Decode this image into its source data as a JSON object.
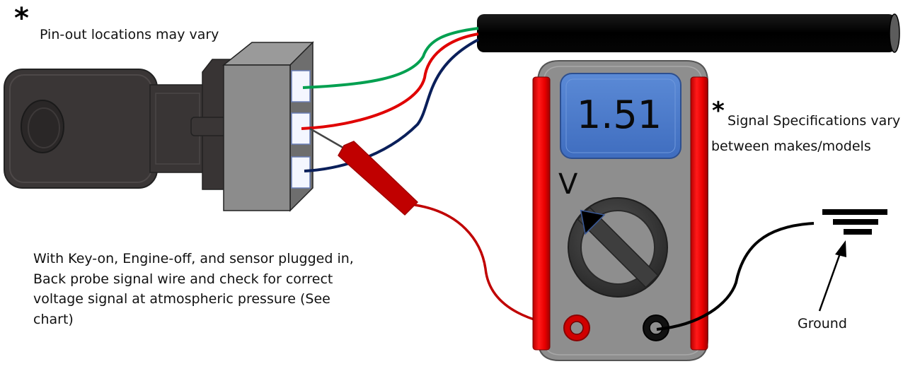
{
  "notes": {
    "pinout_asterisk": "*",
    "pinout": "Pin-out locations may vary",
    "spec_asterisk": "*",
    "spec_line1": "Signal Specifications vary",
    "spec_line2": "between makes/models"
  },
  "instructions": "With Key-on, Engine-off, and sensor plugged in, Back probe signal wire and check for correct voltage signal at atmospheric pressure (See chart)",
  "multimeter": {
    "reading": "1.51",
    "mode_label": "V",
    "colors": {
      "body": "#8c8c8c",
      "bumper": "#e50000",
      "display": "#4a78c8",
      "knob": "#3c3c3c"
    }
  },
  "ground": {
    "label": "Ground"
  },
  "wires": {
    "colors": {
      "green": "#00a050",
      "red": "#e00000",
      "blue": "#0a1f5a",
      "probe": "#c00000",
      "ground_lead": "#000000"
    }
  },
  "icons": {
    "sensor": "sensor-icon",
    "connector": "connector-icon",
    "cable": "cable-icon",
    "probe": "back-probe-icon",
    "ground": "ground-symbol-icon",
    "selector": "selector-knob-icon"
  }
}
